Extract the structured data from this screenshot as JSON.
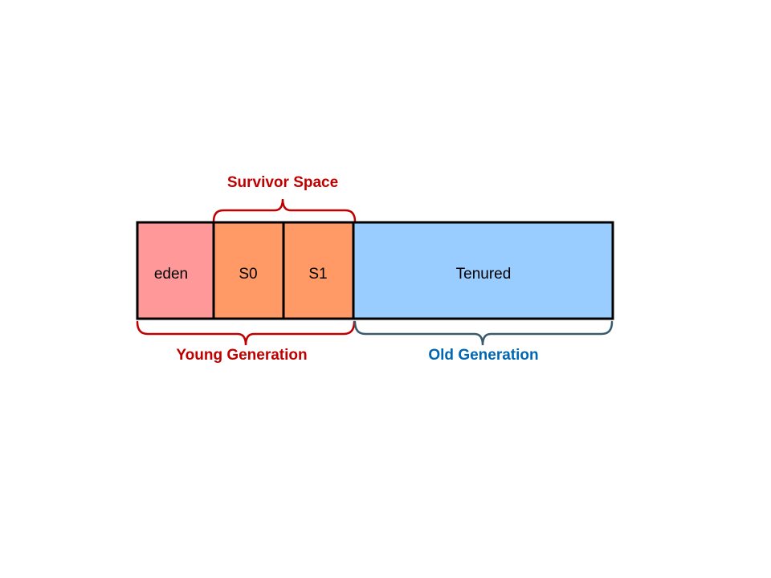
{
  "diagram": {
    "segments": {
      "eden": {
        "label": "eden",
        "fill": "#FF9999"
      },
      "s0": {
        "label": "S0",
        "fill": "#FF9966"
      },
      "s1": {
        "label": "S1",
        "fill": "#FF9966"
      },
      "tenured": {
        "label": "Tenured",
        "fill": "#99CCFF"
      }
    },
    "groups": {
      "survivor_space": {
        "label": "Survivor Space",
        "color": "#C00000"
      },
      "young_generation": {
        "label": "Young Generation",
        "color": "#C00000"
      },
      "old_generation": {
        "label": "Old Generation",
        "color": "#0066B3",
        "brace_color": "#3A5A6E"
      }
    },
    "outline_color": "#000000"
  }
}
